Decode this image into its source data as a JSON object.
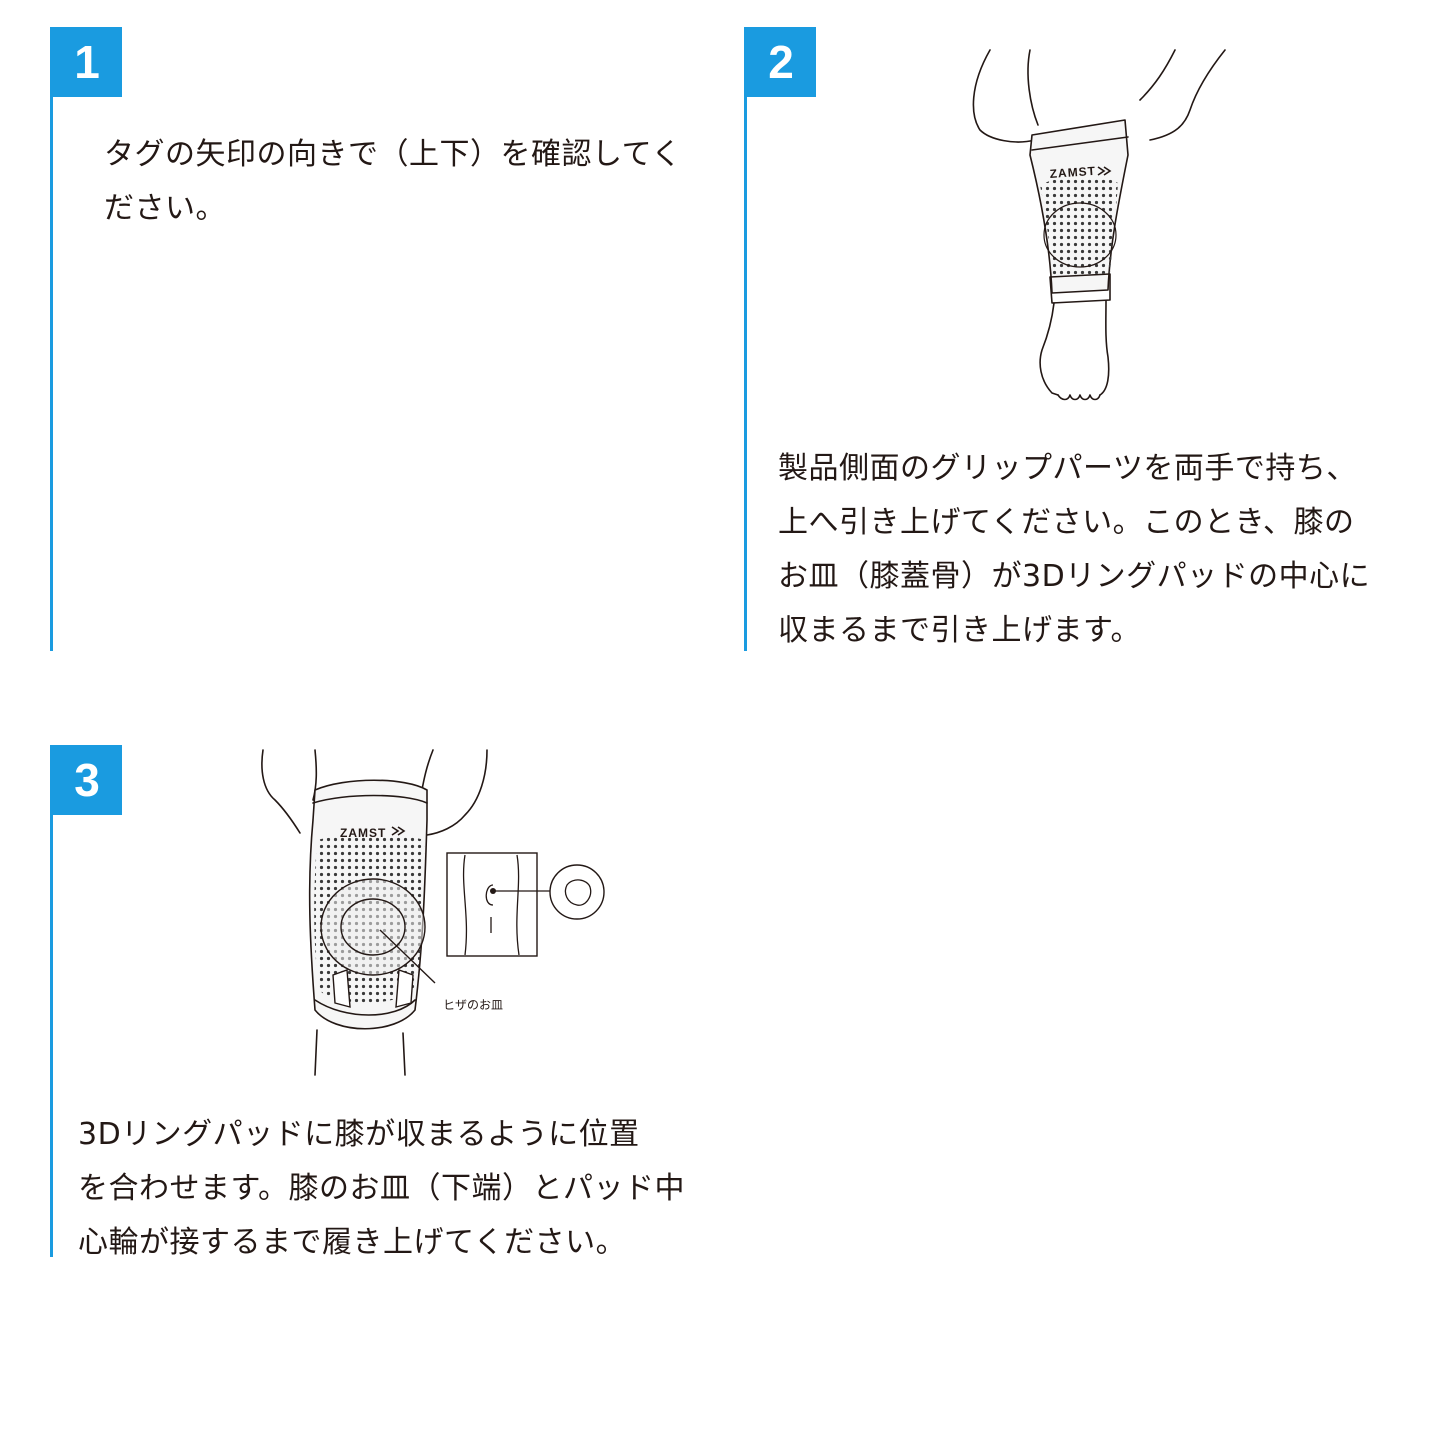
{
  "accent_color": "#1a9be0",
  "steps": [
    {
      "number": "1",
      "lines": [
        "タグの矢印の向きで（上下）を確認してく",
        "ださい。"
      ]
    },
    {
      "number": "2",
      "lines": [
        "製品側面のグリップパーツを両手で持ち、",
        "上へ引き上げてください。このとき、膝の",
        "お皿（膝蓋骨）が3Dリングパッドの中心に",
        "収まるまで引き上げます。"
      ],
      "illustration": {
        "logo": "ZAMST",
        "icon": "leg-pulling-sleeve-illustration"
      }
    },
    {
      "number": "3",
      "lines": [
        "3Dリングパッドに膝が収まるように位置",
        "を合わせます。膝のお皿（下端）とパッド中",
        "心輪が接するまで履き上げてください。"
      ],
      "illustration": {
        "logo": "ZAMST",
        "callout": "ヒザのお皿",
        "icon": "knee-sleeve-position-illustration"
      }
    }
  ]
}
